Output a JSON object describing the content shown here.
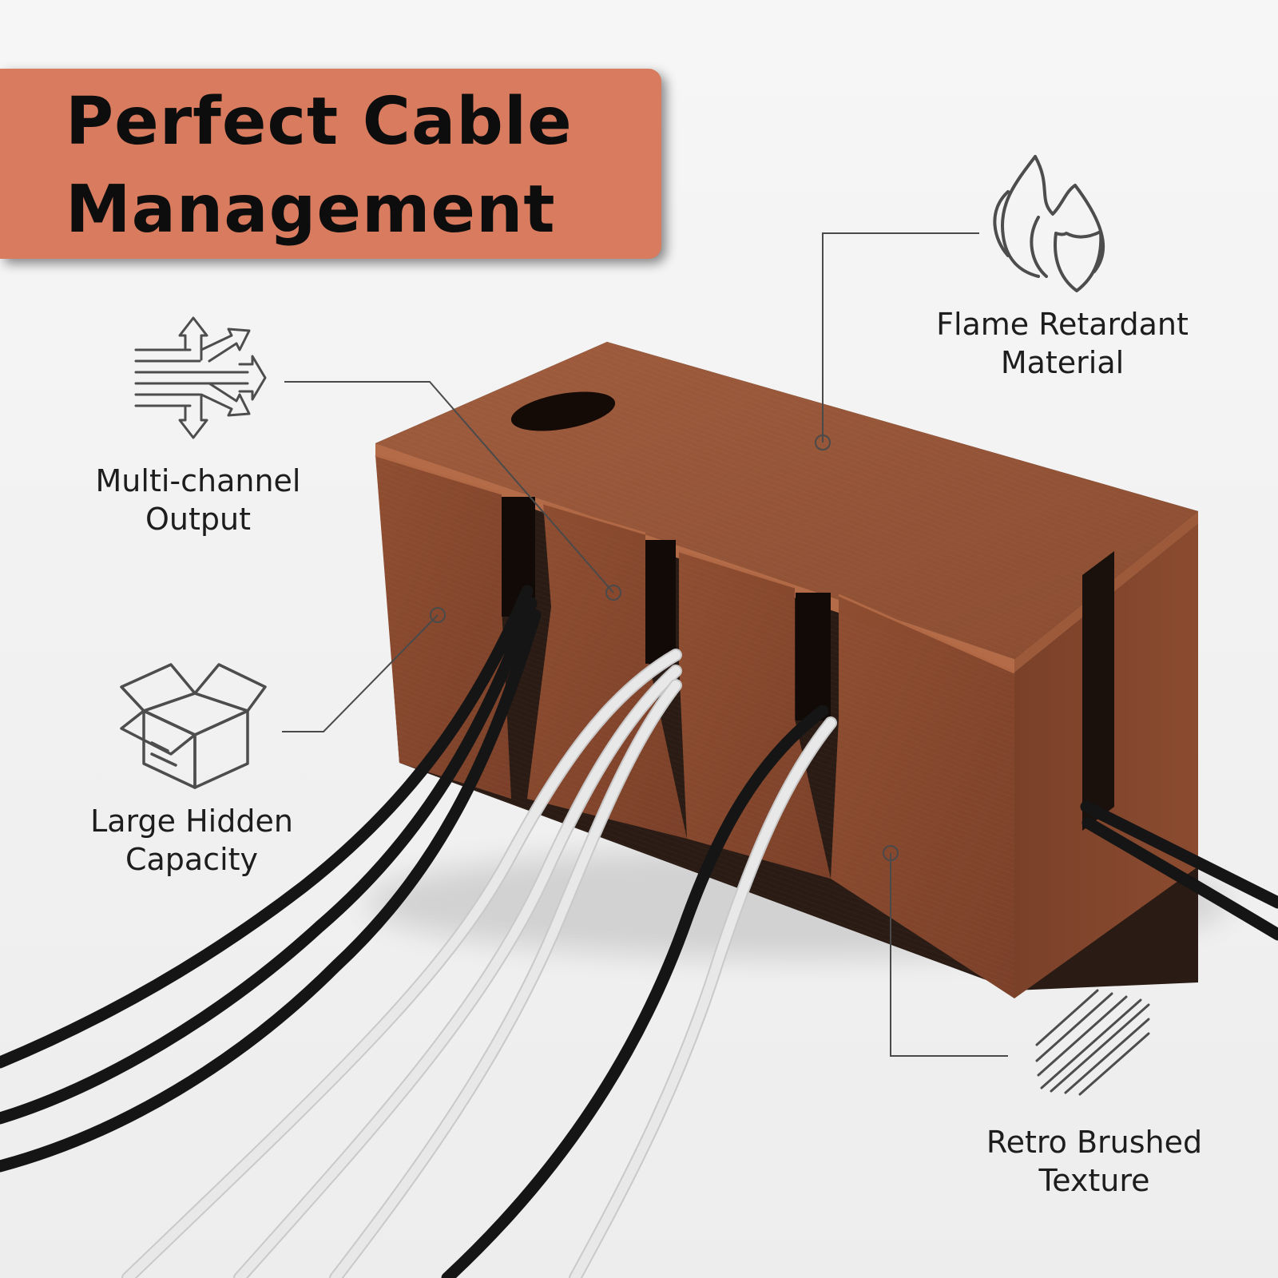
{
  "title": {
    "line1": "Perfect Cable",
    "line2": "Management"
  },
  "features": {
    "multi_channel": {
      "line1": "Multi-channel",
      "line2": "Output",
      "icon": "arrows-split-icon"
    },
    "flame": {
      "line1": "Flame Retardant",
      "line2": "Material",
      "icon": "flame-shield-icon"
    },
    "capacity": {
      "line1": "Large Hidden",
      "line2": "Capacity",
      "icon": "open-box-icon"
    },
    "texture": {
      "line1": "Retro Brushed",
      "line2": "Texture",
      "icon": "brushed-lines-icon"
    }
  },
  "colors": {
    "banner": "#d87b5e",
    "box": "#8e4f33",
    "background": "#f3f3f3",
    "cable_black": "#151515",
    "cable_white": "#e6e6e6"
  }
}
